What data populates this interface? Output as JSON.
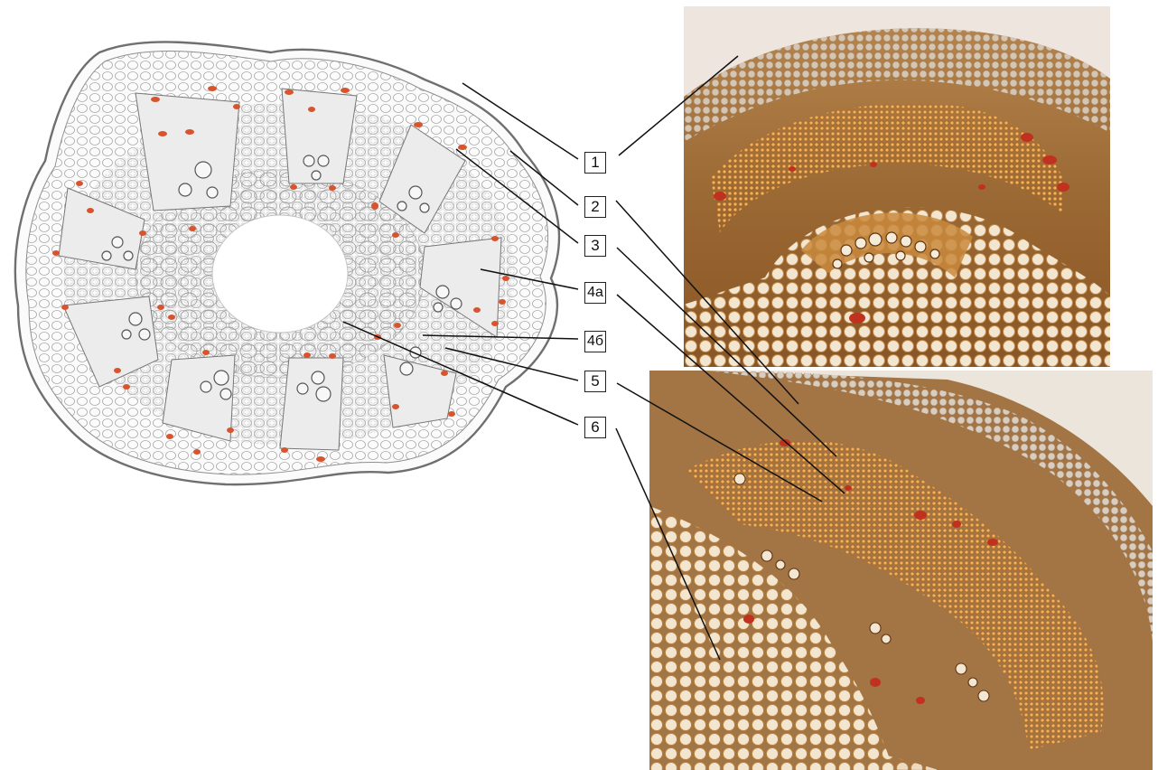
{
  "labels": [
    "1",
    "2",
    "3",
    "4a",
    "4б",
    "5",
    "6"
  ],
  "colors": {
    "cell_outline": "#8a8a8a",
    "bundle_fill": "#e9e9e9",
    "fiber_dots": "#d7542e",
    "photo_orange": "#d8902f",
    "photo_dark": "#7a4a18",
    "photo_pale": "#efe8dc"
  },
  "icons": [
    "stem-cross-section-drawing",
    "micrograph-top",
    "micrograph-bottom"
  ]
}
